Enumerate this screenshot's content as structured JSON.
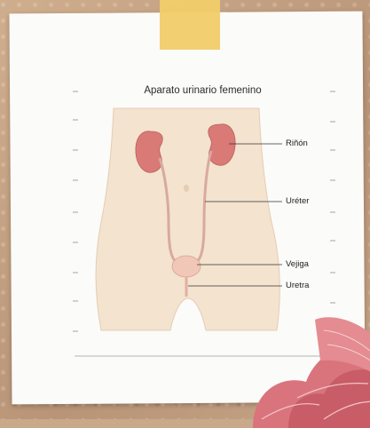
{
  "diagram": {
    "title": "Aparato urinario femenino",
    "labels": {
      "kidney": "Riñón",
      "ureter": "Uréter",
      "bladder": "Vejiga",
      "urethra": "Uretra"
    }
  },
  "colors": {
    "tape": "#f1cd6a",
    "skin": "#f3e3cf",
    "organ": "#d97a76",
    "flower": "#d9747d"
  }
}
